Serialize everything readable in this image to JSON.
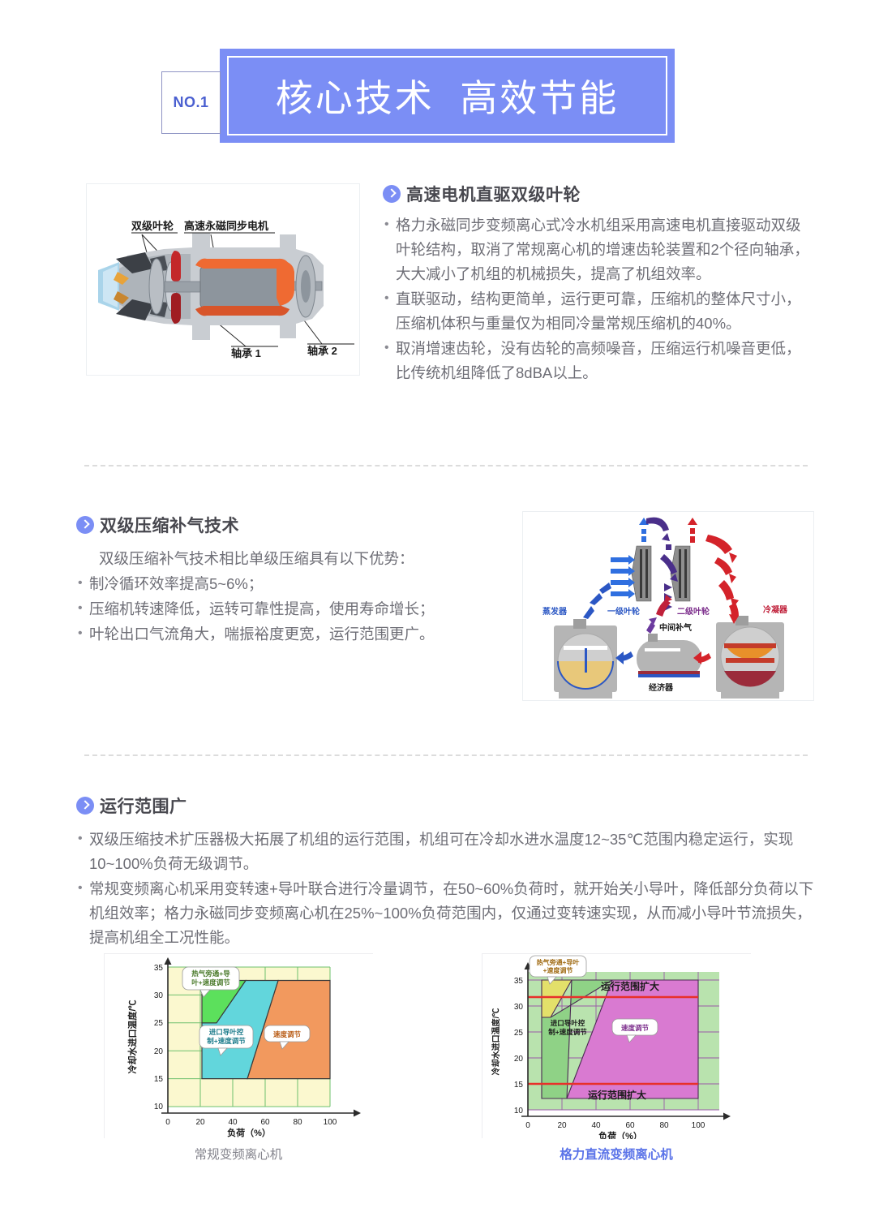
{
  "header": {
    "badge": "NO.1",
    "title": "核心技术  高效节能",
    "bar_color": "#7b8ef5",
    "badge_text_color": "#4a5fd0"
  },
  "sections": [
    {
      "id": "direct-drive",
      "heading": "高速电机直驱双级叶轮",
      "bullets": [
        "格力永磁同步变频离心式冷水机组采用高速电机直接驱动双级叶轮结构，取消了常规离心机的增速齿轮装置和2个径向轴承，大大减小了机组的机械损失，提高了机组效率。",
        "直联驱动，结构更简单，运行更可靠，压缩机的整体尺寸小，压缩机体积与重量仅为相同冷量常规压缩机的40%。",
        "取消增速齿轮，没有齿轮的高频噪音，压缩运行机噪音更低，比传统机组降低了8dBA以上。"
      ],
      "figure": {
        "name": "compressor-cutaway",
        "labels": [
          "双级叶轮",
          "高速永磁同步电机",
          "轴承 1",
          "轴承 2"
        ]
      }
    },
    {
      "id": "two-stage-vapor-injection",
      "heading": "双级压缩补气技术",
      "lead": "双级压缩补气技术相比单级压缩具有以下优势：",
      "bullets": [
        "制冷循环效率提高5~6%；",
        "压缩机转速降低，运转可靠性提高，使用寿命增长；",
        "叶轮出口气流角大，喘振裕度更宽，运行范围更广。"
      ],
      "figure": {
        "name": "refrigeration-cycle",
        "labels": [
          "蒸发器",
          "一级叶轮",
          "二级叶轮",
          "冷凝器",
          "中间补气",
          "经济器"
        ]
      }
    },
    {
      "id": "wide-operating-range",
      "heading": "运行范围广",
      "bullets": [
        "双级压缩技术扩压器极大拓展了机组的运行范围，机组可在冷却水进水温度12~35℃范围内稳定运行，实现10~100%负荷无级调节。",
        "常规变频离心机采用变转速+导叶联合进行冷量调节，在50~60%负荷时，就开始关小导叶，降低部分负荷以下机组效率；格力永磁同步变频离心机在25%~100%负荷范围内，仅通过变转速实现，从而减小导叶节流损失，提高机组全工况性能。"
      ]
    }
  ],
  "chart_data": [
    {
      "type": "area",
      "name": "conventional-vfd-centrifugal",
      "title": "常规变频离心机",
      "xlabel": "负荷（%）",
      "ylabel": "冷却水进口温度/℃",
      "xlim": [
        0,
        100
      ],
      "ylim": [
        10,
        35
      ],
      "xticks": [
        0,
        20,
        40,
        60,
        80,
        100
      ],
      "yticks": [
        10,
        15,
        20,
        25,
        30,
        35
      ],
      "grid": true,
      "background_color": "#fbf8cf",
      "regions": [
        {
          "label": "热气旁通+导叶+速度调节",
          "color": "#5ce05c",
          "polygon": [
            [
              21,
              25
            ],
            [
              21,
              33
            ],
            [
              48,
              33
            ],
            [
              30,
              25
            ]
          ]
        },
        {
          "label": "进口导叶控制+速度调节",
          "color": "#62d6dc",
          "polygon": [
            [
              21,
              15
            ],
            [
              21,
              25
            ],
            [
              30,
              25
            ],
            [
              48,
              33
            ],
            [
              68,
              33
            ],
            [
              49,
              15
            ]
          ]
        },
        {
          "label": "速度调节",
          "color": "#f2995e",
          "polygon": [
            [
              49,
              15
            ],
            [
              68,
              33
            ],
            [
              100,
              33
            ],
            [
              100,
              15
            ]
          ]
        }
      ]
    },
    {
      "type": "area",
      "name": "gree-dc-vfd-centrifugal",
      "title": "格力直流变频离心机",
      "xlabel": "负荷（%）",
      "ylabel": "冷却水进口温度/℃",
      "xlim": [
        0,
        100
      ],
      "ylim": [
        10,
        35
      ],
      "xticks": [
        0,
        20,
        40,
        60,
        80,
        100
      ],
      "yticks": [
        10,
        15,
        20,
        25,
        30,
        35
      ],
      "grid": true,
      "background_color": "#b9e3ae",
      "annotations": [
        {
          "label": "运行范围扩大",
          "at_temp": 33,
          "color": "#e8302a"
        },
        {
          "label": "运行范围扩大",
          "at_temp": 15,
          "color": "#e8302a"
        }
      ],
      "regions": [
        {
          "label": "热气旁通+导叶+速度调节",
          "color": "#e3e06a",
          "polygon": [
            [
              8,
              28
            ],
            [
              8,
              35.5
            ],
            [
              22,
              35.5
            ],
            [
              13,
              28
            ]
          ]
        },
        {
          "label": "进口导叶控制+速度调节",
          "color": "#8fd286",
          "polygon": [
            [
              8,
              12
            ],
            [
              8,
              28
            ],
            [
              13,
              28
            ],
            [
              48,
              35.5
            ],
            [
              22,
              35.5
            ],
            [
              24,
              12
            ]
          ]
        },
        {
          "label": "速度调节",
          "color": "#d97ad1",
          "polygon": [
            [
              24,
              12
            ],
            [
              48,
              35.5
            ],
            [
              100,
              35.5
            ],
            [
              100,
              12
            ]
          ]
        }
      ]
    }
  ]
}
